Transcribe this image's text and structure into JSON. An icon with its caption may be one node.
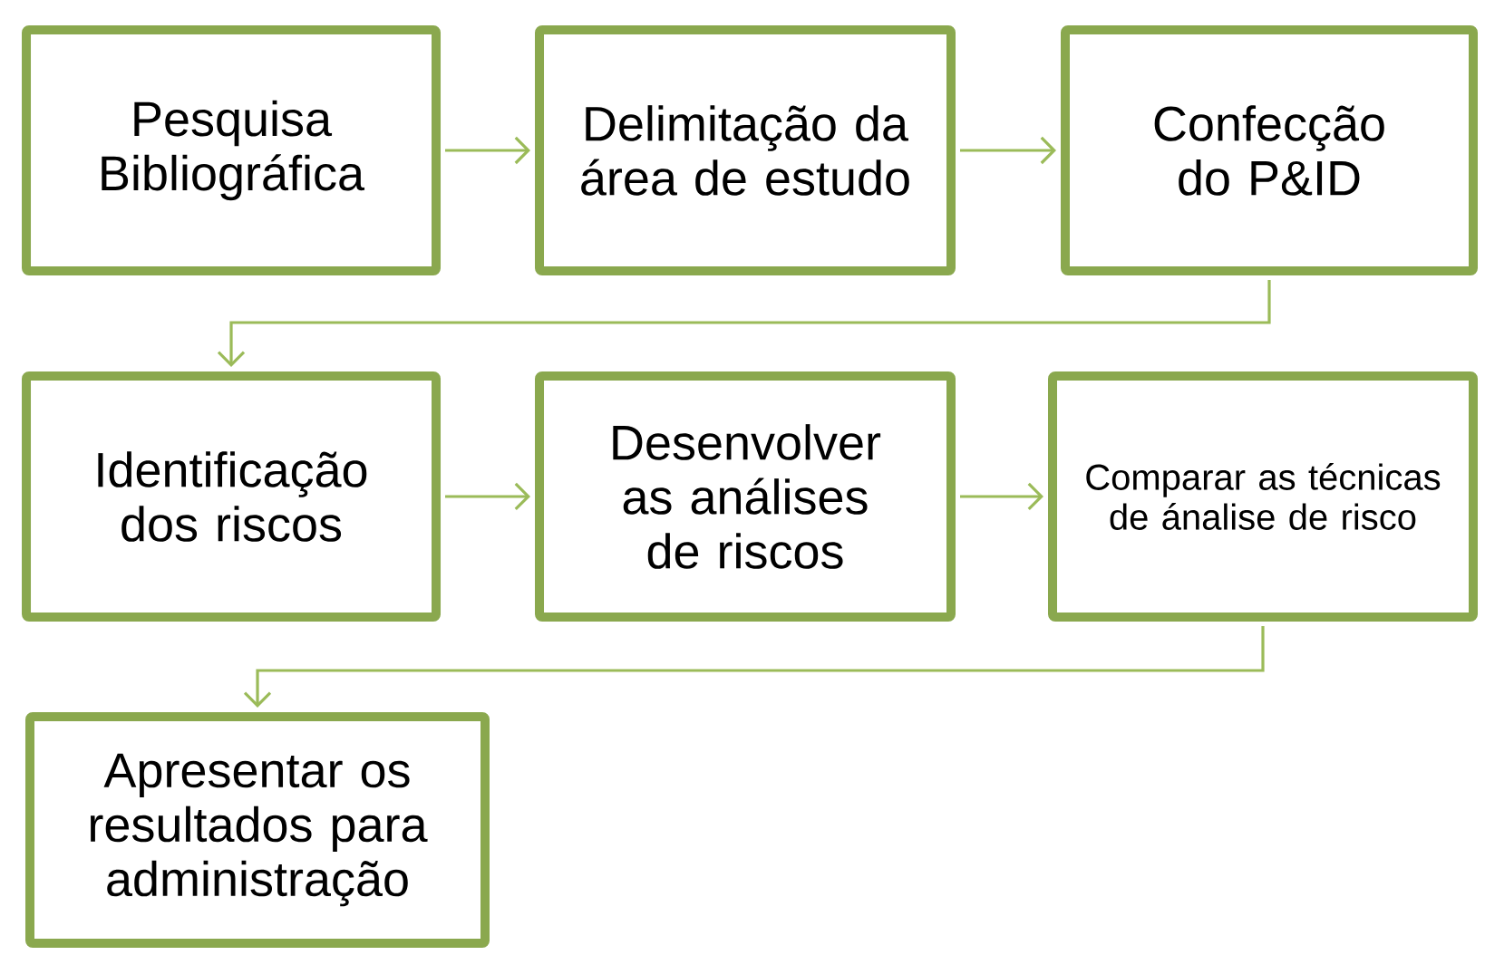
{
  "diagram": {
    "nodes": [
      {
        "text": [
          "Pesquisa Bibliográfica"
        ]
      },
      {
        "text": [
          "Delimitação da área de estudo"
        ]
      },
      {
        "text": [
          "Confecção do P&ID"
        ]
      },
      {
        "text": [
          "Identificação dos riscos"
        ]
      },
      {
        "text": [
          "Desenvolver as análises de riscos"
        ]
      },
      {
        "text": [
          "Comparar as técnicas de ánalise de risco"
        ]
      },
      {
        "text": [
          "Apresentar os resultados para administração"
        ]
      }
    ],
    "edges": [
      {
        "from": 0,
        "to": 1,
        "arrow": "to"
      },
      {
        "from": 1,
        "to": 2,
        "arrow": "to"
      },
      {
        "from": 2,
        "to": 3,
        "arrow": "to"
      },
      {
        "from": 3,
        "to": 4,
        "arrow": "to"
      },
      {
        "from": 4,
        "to": 5,
        "arrow": "to"
      },
      {
        "from": 5,
        "to": 6,
        "arrow": "to"
      }
    ]
  }
}
